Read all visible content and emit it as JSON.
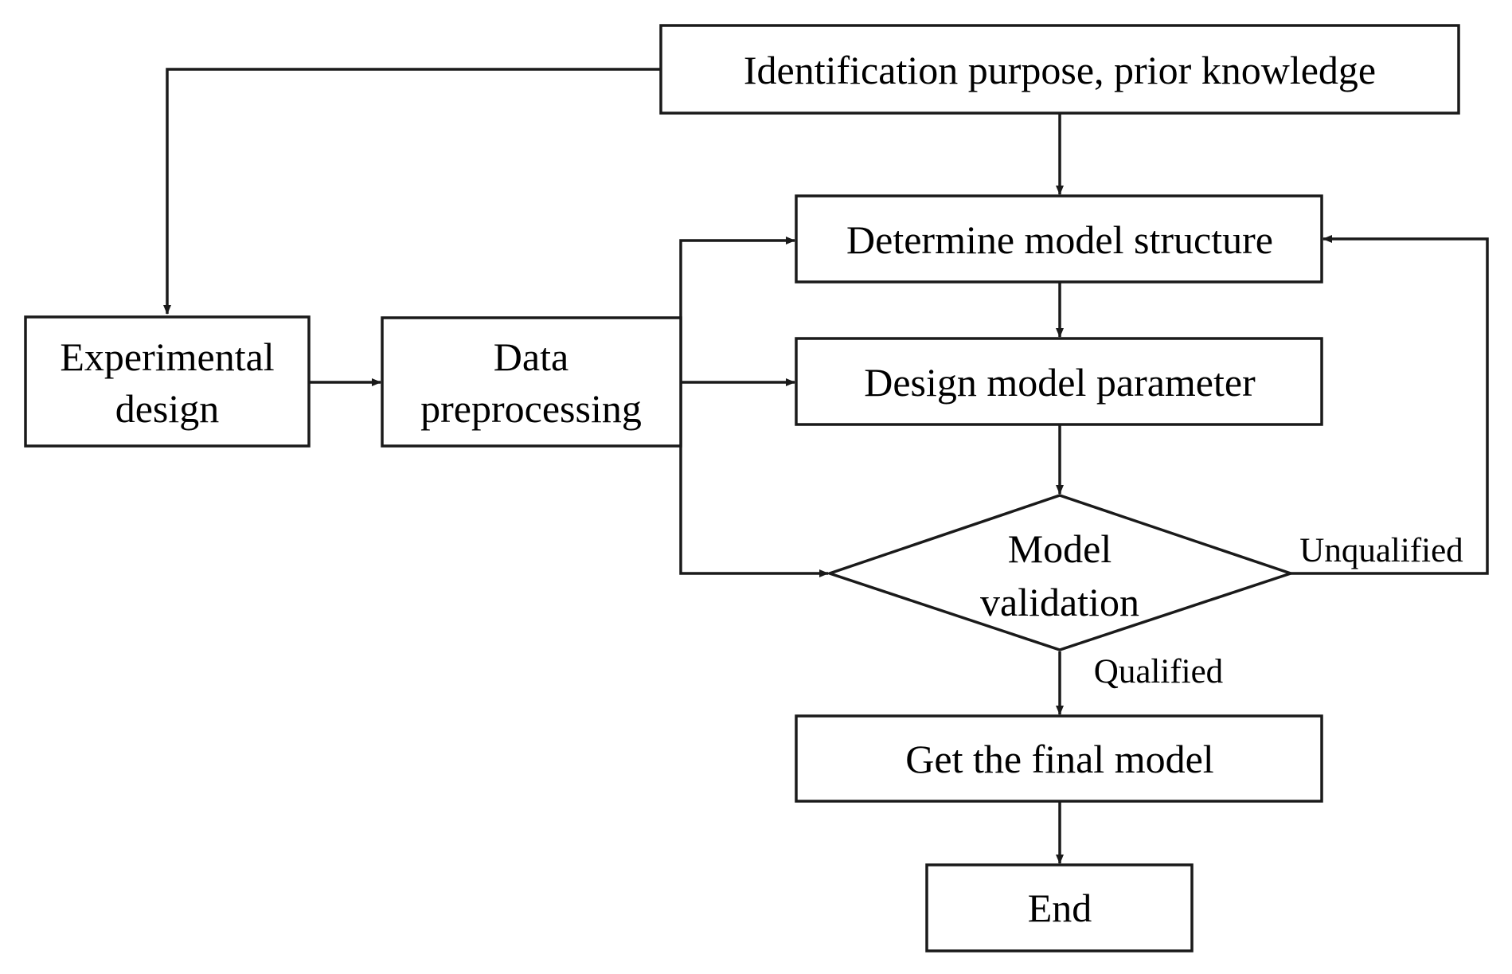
{
  "diagram": {
    "nodes": {
      "purpose": {
        "text": "Identification purpose, prior knowledge"
      },
      "structure": {
        "text": "Determine model structure"
      },
      "experimental": {
        "line1": "Experimental",
        "line2": "design"
      },
      "preprocessing": {
        "line1": "Data",
        "line2": "preprocessing"
      },
      "parameter": {
        "text": "Design model parameter"
      },
      "validation": {
        "line1": "Model",
        "line2": "validation"
      },
      "final": {
        "text": "Get the final model"
      },
      "end": {
        "text": "End"
      }
    },
    "edge_labels": {
      "unqualified": "Unqualified",
      "qualified": "Qualified"
    },
    "edges": [
      {
        "from": "purpose",
        "to": "structure"
      },
      {
        "from": "purpose",
        "to": "experimental"
      },
      {
        "from": "experimental",
        "to": "preprocessing"
      },
      {
        "from": "preprocessing",
        "to": "structure"
      },
      {
        "from": "preprocessing",
        "to": "parameter"
      },
      {
        "from": "preprocessing",
        "to": "validation"
      },
      {
        "from": "structure",
        "to": "parameter"
      },
      {
        "from": "parameter",
        "to": "validation"
      },
      {
        "from": "validation",
        "to": "structure",
        "label": "unqualified"
      },
      {
        "from": "validation",
        "to": "final",
        "label": "qualified"
      },
      {
        "from": "final",
        "to": "end"
      }
    ]
  }
}
